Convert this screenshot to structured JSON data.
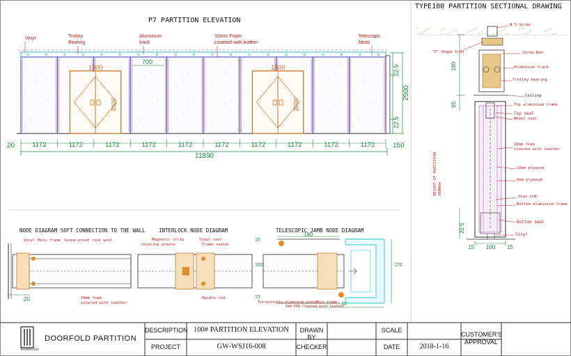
{
  "elevation": {
    "title": "P7 PARTITION ELEVATION",
    "callouts": {
      "vinyl": "Vinyl",
      "trolley": "Trolley\nBearing",
      "track": "Aluminium\ntrack",
      "foam": "10mm Foam\ncovered with leather",
      "jamb": "Telescopic\nJamb"
    },
    "panel_widths": [
      "1172",
      "1172",
      "1172",
      "1172",
      "1172",
      "1172",
      "1172",
      "1172",
      "1172",
      "1172"
    ],
    "end_left": "20",
    "end_right": "150",
    "overall": "11890",
    "door_width": "1500",
    "door_height": "2000",
    "dim_top_offset": "700",
    "height_total": "2500",
    "height_top": "22.5",
    "height_bottom": "22.5"
  },
  "section": {
    "title": "TYPE100 PARTITION SECTIONAL DRAWING",
    "labels": {
      "screw": "Φ 5 Screw",
      "z_iron": "\"Z\" Shape Iron",
      "screw_rod": "Screw Rod",
      "al_track": "Aluminium track",
      "trolley": "Trolley bearing",
      "ceiling": "Ceiling",
      "top_frame": "Top aluminium frame",
      "top_seal": "Top seal",
      "wheel_seal": "Wheel seal",
      "foam": "10mm foam\ncovered with leather",
      "ply10": "10mm plywood",
      "ply5": "5mm plywood",
      "stay_rod": "Stay rod",
      "bottom_frame": "Bottom aluminium frame",
      "bottom_seal": "Bottom seal",
      "vinyl": "Vinyl",
      "height_label": "HEIGHT OF PARTITION\n2000mm"
    },
    "dims": {
      "top": "180",
      "top2": "65",
      "bottom": "22.5",
      "w15a": "15",
      "w100": "100",
      "w15b": "15"
    }
  },
  "nodes": {
    "soft": {
      "title": "NODE DIAGRAM SOFT CONNECTION TO THE WALL",
      "labels": {
        "vinyl": "Vinyl",
        "main": "Main frame",
        "rock": "Sound-proof rock wool",
        "foam": "10mm foam\ncovered with leather",
        "dim": "20"
      }
    },
    "interlock": {
      "title": "INTERLOCK NODE DIAGRAM",
      "labels": {
        "magnetic": "Magnetic strip",
        "rotating": "rotating gleove",
        "vinyl": "Vinyl seal",
        "sealer": "Frame sealer",
        "handle": "Handle rod"
      }
    },
    "telescopic": {
      "title": "TELESCOPIC JAMB NODE DIAGRAM",
      "labels": {
        "retract": "Tetracktable aluminium plate",
        "main": "Main frame",
        "foam": "5mm EVA Covered with leather",
        "d180": "180",
        "d15": "15",
        "d100": "100",
        "d170": "170",
        "d15b": "15",
        "d40": "40"
      }
    }
  },
  "title_block": {
    "company": "DOORFOLD PARTITION",
    "logo_text": "DOORFOLD",
    "description_label": "DESCRIPTION",
    "description_value": "100# PARTITION ELEVATION",
    "drawn_by_label": "DRAWN BY",
    "scale_label": "SCALE",
    "customer_approval": "CUSTOMER'S\nAPPROVAL",
    "project_label": "PROJECT",
    "project_value": "GW-WSJ16-008",
    "checker_label": "CHECKER",
    "date_label": "DATE",
    "date_value": "2018-1-16"
  },
  "colors": {
    "line": "#2a2a2a",
    "door": "#c56a1c",
    "panel_blue": "#2a2ab8",
    "panel_purple": "#b34cc8",
    "dim_green": "#1a8a3a",
    "rail_cyan": "#3ab0c8",
    "node_cyan": "#22c2e0",
    "label_red": "#c81818"
  }
}
